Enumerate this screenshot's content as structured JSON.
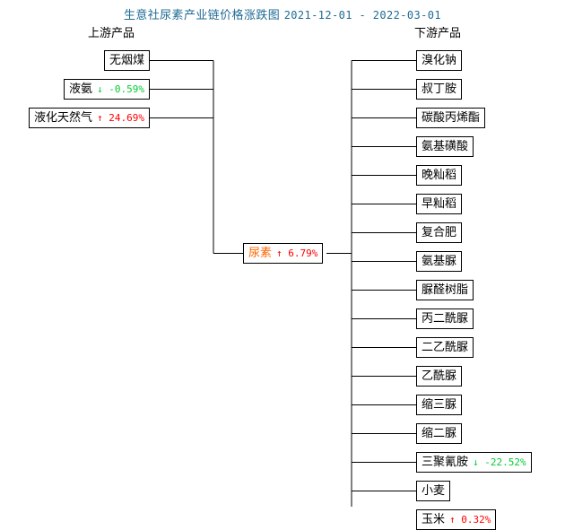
{
  "chart_data": {
    "type": "diagram",
    "title": "生意社尿素产业链价格涨跌图",
    "date_range": "2021-12-01 - 2022-03-01",
    "columns": {
      "upstream_label": "上游产品",
      "downstream_label": "下游产品"
    },
    "colors": {
      "title": "#1f6b94",
      "up": "#ff0000",
      "down": "#00cc33",
      "center_label": "#ff6600",
      "box_border": "#000000",
      "background": "#ffffff"
    },
    "center": {
      "name": "尿素",
      "arrow": "↑",
      "pct": "6.79%",
      "direction": "up",
      "value": 6.79
    },
    "upstream": [
      {
        "name": "无烟煤",
        "arrow": "",
        "pct": "",
        "direction": "none",
        "value": null
      },
      {
        "name": "液氨",
        "arrow": "↓",
        "pct": "-0.59%",
        "direction": "down",
        "value": -0.59
      },
      {
        "name": "液化天然气",
        "arrow": "↑",
        "pct": "24.69%",
        "direction": "up",
        "value": 24.69
      }
    ],
    "downstream": [
      {
        "name": "溴化钠",
        "arrow": "",
        "pct": "",
        "direction": "none",
        "value": null
      },
      {
        "name": "叔丁胺",
        "arrow": "",
        "pct": "",
        "direction": "none",
        "value": null
      },
      {
        "name": "碳酸丙烯酯",
        "arrow": "",
        "pct": "",
        "direction": "none",
        "value": null
      },
      {
        "name": "氨基磺酸",
        "arrow": "",
        "pct": "",
        "direction": "none",
        "value": null
      },
      {
        "name": "晚籼稻",
        "arrow": "",
        "pct": "",
        "direction": "none",
        "value": null
      },
      {
        "name": "早籼稻",
        "arrow": "",
        "pct": "",
        "direction": "none",
        "value": null
      },
      {
        "name": "复合肥",
        "arrow": "",
        "pct": "",
        "direction": "none",
        "value": null
      },
      {
        "name": "氨基脲",
        "arrow": "",
        "pct": "",
        "direction": "none",
        "value": null
      },
      {
        "name": "脲醛树脂",
        "arrow": "",
        "pct": "",
        "direction": "none",
        "value": null
      },
      {
        "name": "丙二酰脲",
        "arrow": "",
        "pct": "",
        "direction": "none",
        "value": null
      },
      {
        "name": "二乙酰脲",
        "arrow": "",
        "pct": "",
        "direction": "none",
        "value": null
      },
      {
        "name": "乙酰脲",
        "arrow": "",
        "pct": "",
        "direction": "none",
        "value": null
      },
      {
        "name": "缩三脲",
        "arrow": "",
        "pct": "",
        "direction": "none",
        "value": null
      },
      {
        "name": "缩二脲",
        "arrow": "",
        "pct": "",
        "direction": "none",
        "value": null
      },
      {
        "name": "三聚氰胺",
        "arrow": "↓",
        "pct": "-22.52%",
        "direction": "down",
        "value": -22.52
      },
      {
        "name": "小麦",
        "arrow": "",
        "pct": "",
        "direction": "none",
        "value": null
      },
      {
        "name": "玉米",
        "arrow": "↑",
        "pct": "0.32%",
        "direction": "up",
        "value": 0.32
      }
    ]
  }
}
